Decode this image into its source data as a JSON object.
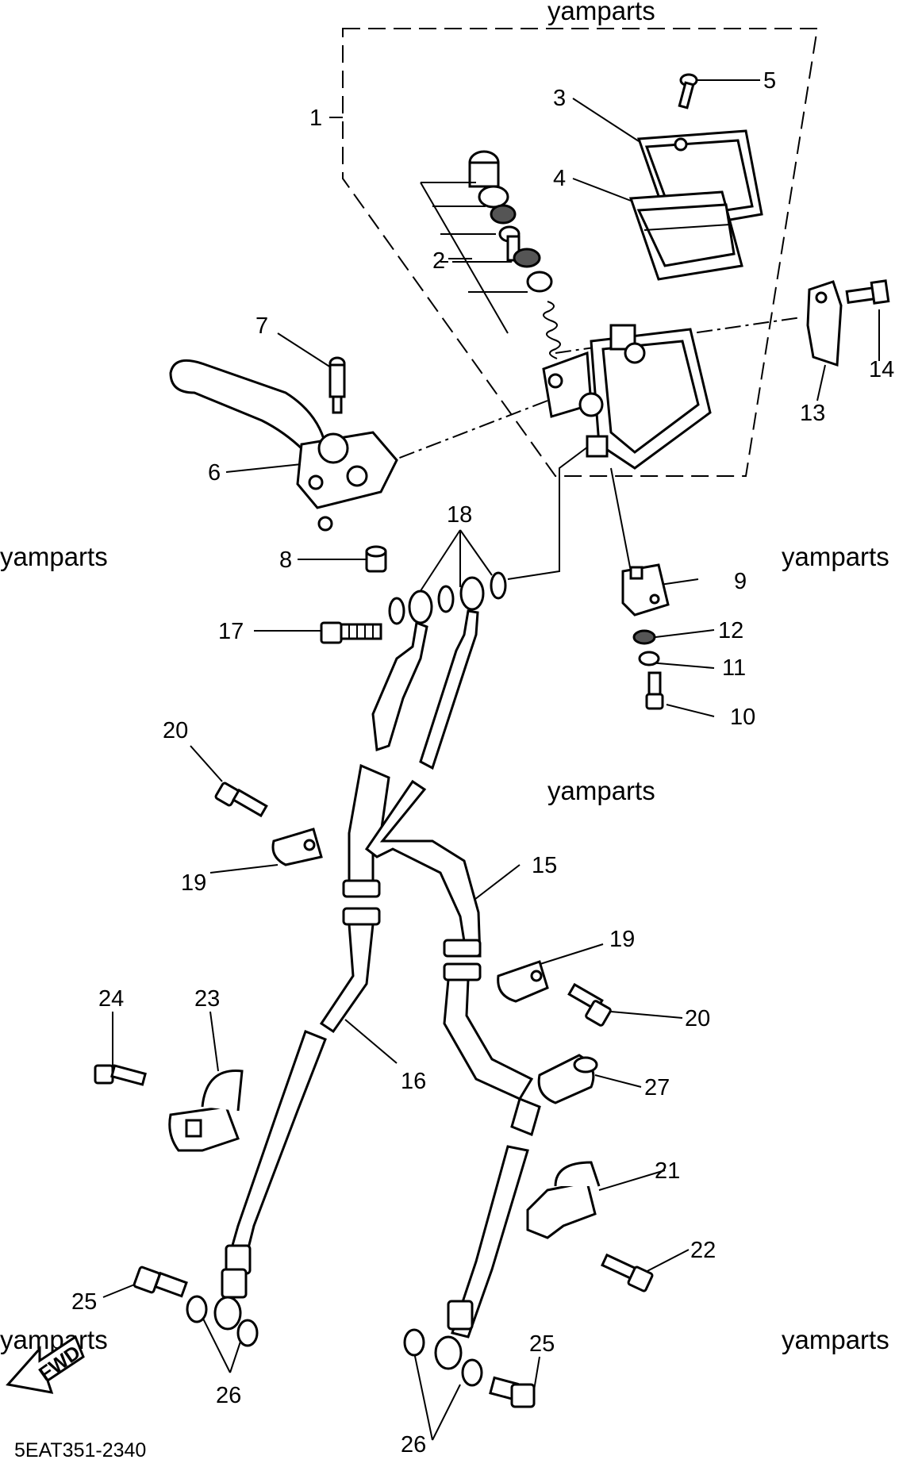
{
  "watermark": "yamparts",
  "diagram_code": "5EAT351-2340",
  "fwd_label": "FWD",
  "callouts": [
    "1",
    "2",
    "3",
    "4",
    "5",
    "6",
    "7",
    "8",
    "9",
    "10",
    "11",
    "12",
    "13",
    "14",
    "15",
    "16",
    "17",
    "18",
    "19",
    "19",
    "20",
    "20",
    "21",
    "22",
    "23",
    "24",
    "25",
    "25",
    "26",
    "26",
    "27"
  ]
}
